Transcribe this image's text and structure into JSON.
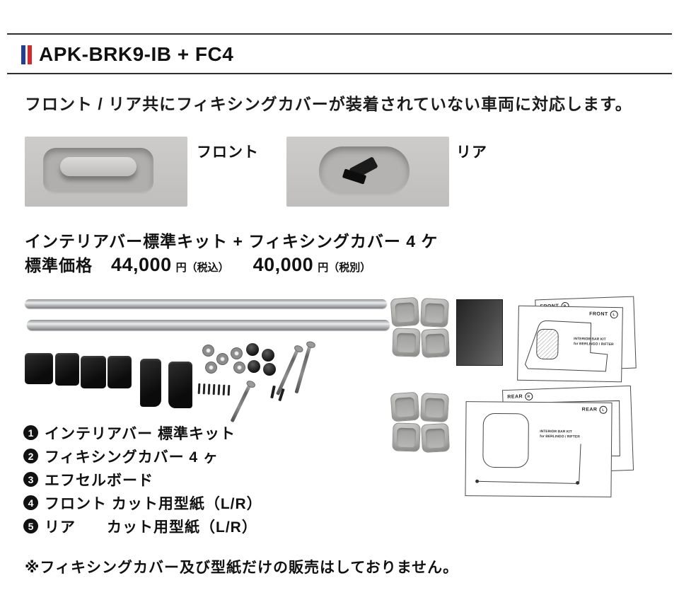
{
  "page": {
    "title": "APK-BRK9-IB + FC4",
    "description": "フロント / リア共にフィキシングカバーが装着されていない車両に対応します。",
    "photos": {
      "front_label": "フロント",
      "rear_label": "リア"
    },
    "kit": {
      "name": "インテリアバー標準キット + フィキシングカバー 4 ケ",
      "price_label": "標準価格",
      "price_incl_value": "44,000",
      "price_incl_unit": "円（税込）",
      "price_excl_value": "40,000",
      "price_excl_unit": "円（税別）"
    },
    "items": [
      {
        "num": "1",
        "label": "インテリアバー 標準キット"
      },
      {
        "num": "2",
        "label": "フィキシングカバー 4 ヶ"
      },
      {
        "num": "3",
        "label": "エフセルボード"
      },
      {
        "num": "4",
        "label": "フロント カット用型紙（L/R）"
      },
      {
        "num": "5",
        "label": "リア　　カット用型紙（L/R）"
      }
    ],
    "note": "※フィキシングカバー及び型紙だけの販売はしておりません。",
    "templates": {
      "front_label": "FRONT",
      "rear_label": "REAR",
      "side_r": "R",
      "side_l": "L",
      "kit_line1": "INTERIOR BAR KIT",
      "kit_line2": "for BERLINGO / RIFTER"
    },
    "colors": {
      "flag_blue": "#23408e",
      "flag_red": "#d7282f"
    }
  }
}
